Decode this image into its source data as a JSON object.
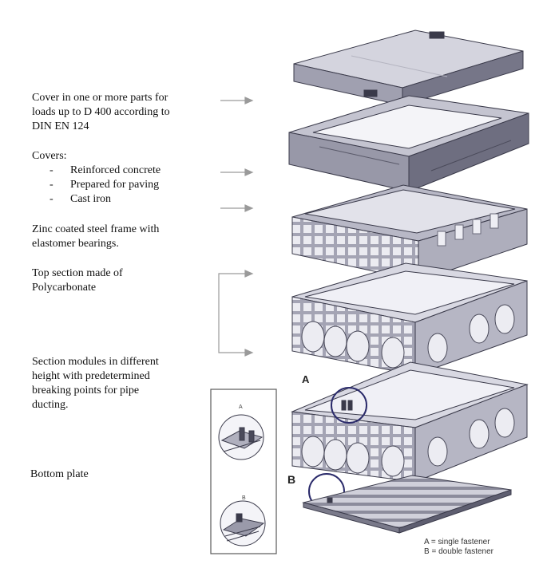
{
  "labels": {
    "cover": [
      "Cover in one or more parts for",
      "loads up to D 400 according to",
      "DIN EN 124"
    ],
    "covers_heading": "Covers:",
    "covers_items": [
      "Reinforced concrete",
      "Prepared for paving",
      "Cast iron"
    ],
    "frame": [
      "Zinc coated steel frame with",
      "elastomer bearings."
    ],
    "top_section": [
      "Top section made of",
      "Polycarbonate"
    ],
    "modules": [
      "Section modules in different",
      "height with predetermined",
      "breaking points for pipe",
      "ducting."
    ],
    "bottom_plate": "Bottom plate"
  },
  "markers": {
    "a": "A",
    "b": "B"
  },
  "inset": {
    "a": "A",
    "b": "B"
  },
  "legend": {
    "a": "A = single fastener",
    "b": "B = double fastener"
  },
  "colors": {
    "panel_light": "#d4d4de",
    "panel_mid": "#9c9cac",
    "panel_dark": "#6e6e80",
    "outline": "#3a3a4a",
    "arrow": "#9a9a9a",
    "circle": "#2a2a6a"
  }
}
